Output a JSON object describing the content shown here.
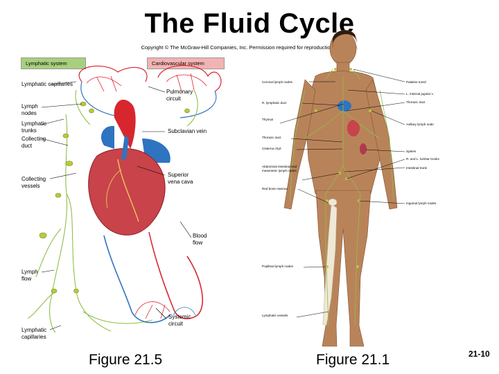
{
  "title": "The Fluid Cycle",
  "copyright": "Copyright © The McGraw-Hill Companies, Inc. Permission required for reproduction or display.",
  "legend": {
    "lymphatic": "Lymphatic system",
    "cardiovascular": "Cardiovascular system"
  },
  "colors": {
    "lymph_green": "#8fbf4a",
    "lymph_node": "#b9c93a",
    "artery_red": "#d8262f",
    "vein_blue": "#2f74c0",
    "heart": "#c8434a",
    "skin": "#b9835a"
  },
  "left_figure": {
    "labels": {
      "lymphatic_capillaries_top": "Lymphatic capillaries",
      "lymph_nodes": "Lymph nodes",
      "lymphatic_trunks": "Lymphatic trunks",
      "collecting_duct": "Collecting duct",
      "collecting_vessels": "Collecting vessels",
      "lymph_flow": "Lymph flow",
      "lymphatic_capillaries_bottom": "Lymphatic capillaries",
      "pulmonary_circuit": "Pulmonary circuit",
      "subclavian_vein": "Subclavian vein",
      "superior_vena_cava": "Superior vena cava",
      "blood_flow": "Blood flow",
      "systemic_circuit": "Systemic circuit"
    },
    "caption": "Figure 21.5"
  },
  "right_figure": {
    "labels": {
      "cervical_lymph_nodes": "Cervical lymph nodes",
      "r_lymphatic_duct": "R. lymphatic duct",
      "thymus": "Thymus",
      "thoracic_duct_left": "Thoracic duct",
      "cisterna_chyli": "Cisterna chyli",
      "abdominal_nodes": "Abdominal intestinal and mesenteric lymph nodes",
      "red_bone_marrow": "Red bone marrow",
      "popliteal_lymph_nodes": "Popliteal lymph nodes",
      "lymphatic_vessels": "Lymphatic vessels",
      "palatine_tonsil": "Palatine tonsil",
      "l_internal_jugular_v": "L. internal jugular v.",
      "thoracic_duct_right": "Thoracic duct",
      "axillary_lymph_node": "Axillary lymph node",
      "spleen": "Spleen",
      "r_and_l_lumbar_trunks": "R. and L. lumbar trunks",
      "intestinal_trunk": "Intestinal trunk",
      "inguinal_lymph_nodes": "Inguinal lymph nodes"
    },
    "caption": "Figure 21.1"
  },
  "slide_number": "21-10"
}
